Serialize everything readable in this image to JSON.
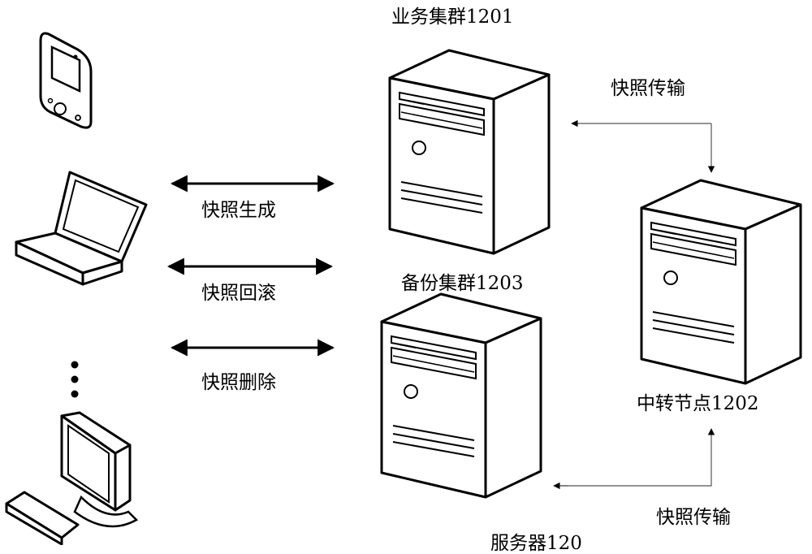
{
  "labels": {
    "business_cluster": "业务集群1201",
    "backup_cluster": "备份集群1203",
    "relay_node": "中转节点1202",
    "server": "服务器120",
    "snapshot_generate": "快照生成",
    "snapshot_rollback": "快照回滚",
    "snapshot_delete": "快照删除",
    "snapshot_transfer_top": "快照传输",
    "snapshot_transfer_bottom": "快照传输"
  },
  "icons": [
    "mobile-phone-icon",
    "laptop-icon",
    "vertical-ellipsis-icon",
    "desktop-computer-icon",
    "server-tower-icon"
  ],
  "colors": {
    "line": "#000000",
    "fill": "#ffffff",
    "thin_arrow": "#555555"
  }
}
